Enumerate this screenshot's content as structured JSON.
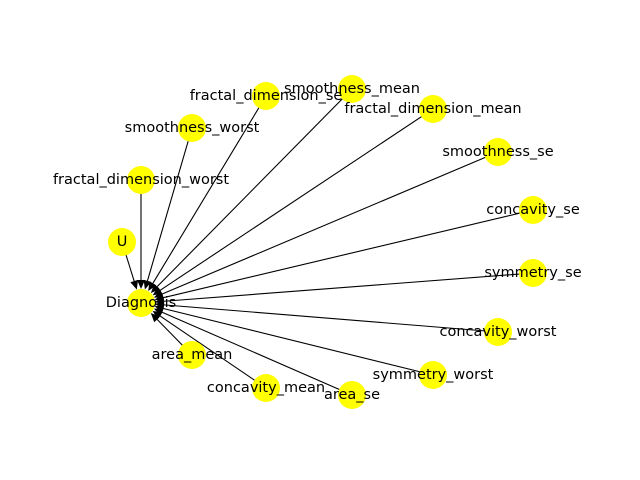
{
  "graph": {
    "type": "directed-graph",
    "node_color": "#ffff00",
    "edge_color": "#000000",
    "label_color": "#000000",
    "target": "Diagnosis",
    "nodes": [
      {
        "id": "diagnosis",
        "label": "Diagnosis"
      },
      {
        "id": "u",
        "label": "U"
      },
      {
        "id": "fractal-dimension-worst",
        "label": "fractal_dimension_worst"
      },
      {
        "id": "smoothness-worst",
        "label": "smoothness_worst"
      },
      {
        "id": "fractal-dimension-se",
        "label": "fractal_dimension_se"
      },
      {
        "id": "smoothness-mean",
        "label": "smoothness_mean"
      },
      {
        "id": "fractal-dimension-mean",
        "label": "fractal_dimension_mean"
      },
      {
        "id": "smoothness-se",
        "label": "smoothness_se"
      },
      {
        "id": "concavity-se",
        "label": "concavity_se"
      },
      {
        "id": "symmetry-se",
        "label": "symmetry_se"
      },
      {
        "id": "concavity-worst",
        "label": "concavity_worst"
      },
      {
        "id": "symmetry-worst",
        "label": "symmetry_worst"
      },
      {
        "id": "area-se",
        "label": "area_se"
      },
      {
        "id": "concavity-mean",
        "label": "concavity_mean"
      },
      {
        "id": "area-mean",
        "label": "area_mean"
      }
    ],
    "edges": [
      {
        "from": "u",
        "to": "diagnosis"
      },
      {
        "from": "fractal-dimension-worst",
        "to": "diagnosis"
      },
      {
        "from": "smoothness-worst",
        "to": "diagnosis"
      },
      {
        "from": "fractal-dimension-se",
        "to": "diagnosis"
      },
      {
        "from": "smoothness-mean",
        "to": "diagnosis"
      },
      {
        "from": "fractal-dimension-mean",
        "to": "diagnosis"
      },
      {
        "from": "smoothness-se",
        "to": "diagnosis"
      },
      {
        "from": "concavity-se",
        "to": "diagnosis"
      },
      {
        "from": "symmetry-se",
        "to": "diagnosis"
      },
      {
        "from": "concavity-worst",
        "to": "diagnosis"
      },
      {
        "from": "symmetry-worst",
        "to": "diagnosis"
      },
      {
        "from": "area-se",
        "to": "diagnosis"
      },
      {
        "from": "concavity-mean",
        "to": "diagnosis"
      },
      {
        "from": "area-mean",
        "to": "diagnosis"
      }
    ]
  }
}
